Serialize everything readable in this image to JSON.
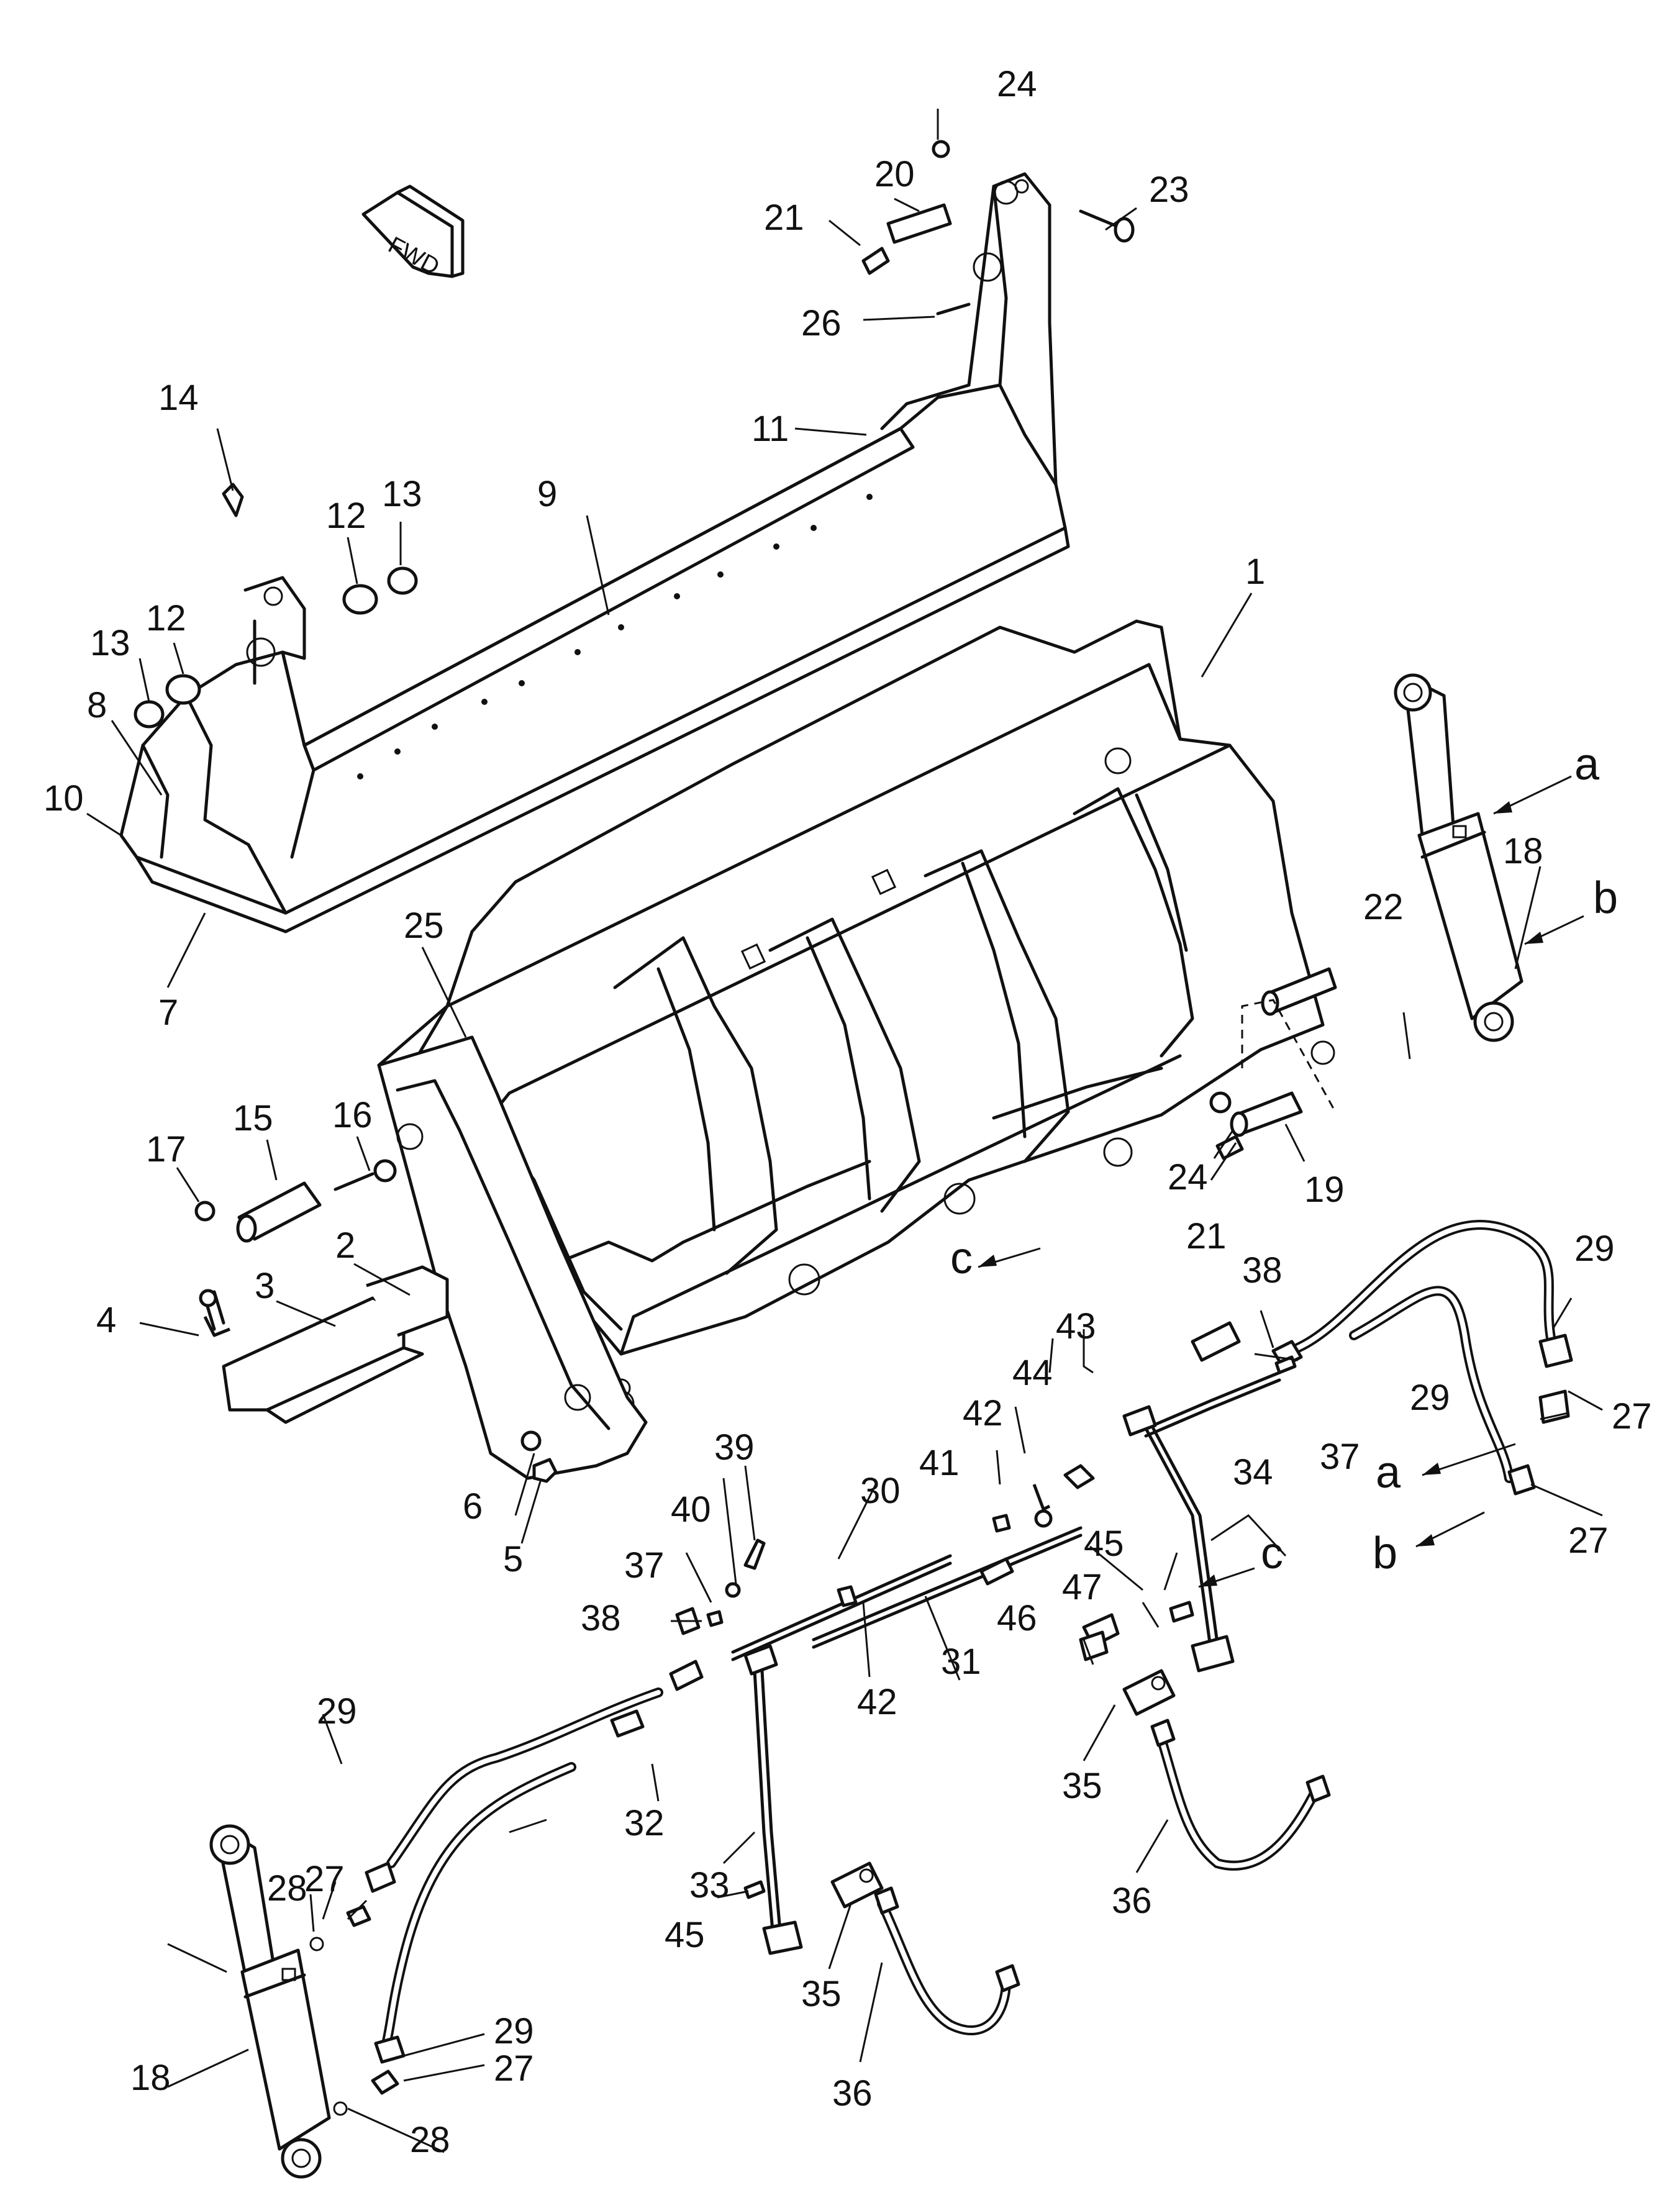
{
  "diagram": {
    "direction_badge": "FWD",
    "part_callouts": [
      "1",
      "2",
      "3",
      "4",
      "5",
      "6",
      "7",
      "8",
      "9",
      "10",
      "11",
      "12",
      "12",
      "13",
      "13",
      "14",
      "15",
      "16",
      "17",
      "18",
      "18",
      "19",
      "20",
      "21",
      "21",
      "22",
      "23",
      "24",
      "24",
      "25",
      "26",
      "27",
      "27",
      "27",
      "27",
      "28",
      "28",
      "29",
      "29",
      "29",
      "29",
      "30",
      "31",
      "32",
      "33",
      "34",
      "35",
      "35",
      "36",
      "36",
      "37",
      "37",
      "38",
      "38",
      "39",
      "40",
      "41",
      "42",
      "42",
      "43",
      "44",
      "45",
      "45",
      "46",
      "47"
    ],
    "connection_letters": [
      "a",
      "b",
      "a",
      "b",
      "c",
      "c"
    ]
  }
}
